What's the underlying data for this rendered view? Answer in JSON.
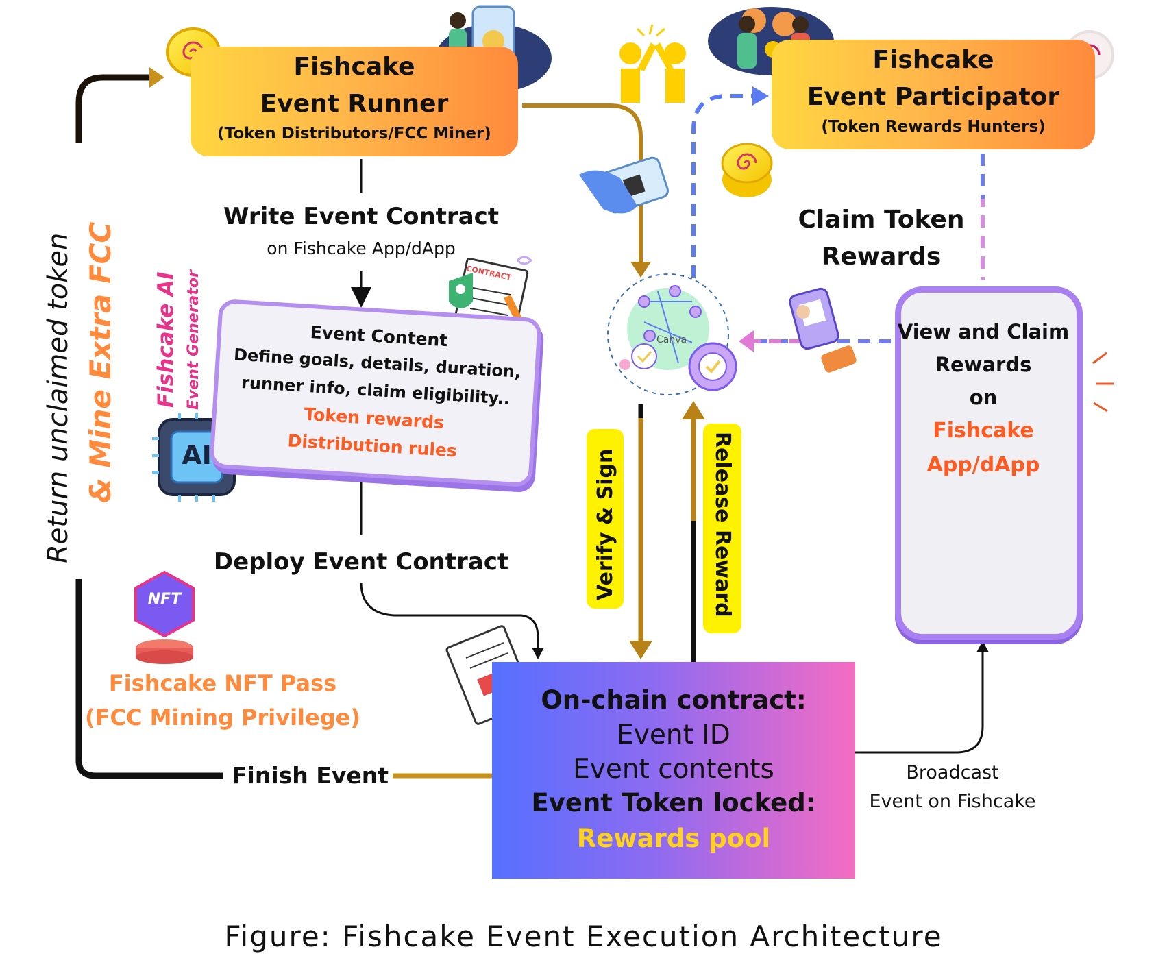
{
  "runner": {
    "title_line1": "Fishcake",
    "title_line2": "Event Runner",
    "subtitle": "(Token Distributors/FCC Miner)"
  },
  "participator": {
    "title_line1": "Fishcake",
    "title_line2": "Event Participator",
    "subtitle": "(Token Rewards Hunters)"
  },
  "write_contract": {
    "title": "Write Event Contract",
    "subtitle": "on Fishcake App/dApp"
  },
  "ai_generator": {
    "title": "Fishcake AI",
    "subtitle": "Event Generator",
    "chip_label": "AI"
  },
  "event_content": {
    "heading": "Event Content",
    "line1": "Define goals, details, duration,",
    "line2": "runner info, claim eligibility..",
    "highlight1": "Token rewards",
    "highlight2": "Distribution rules",
    "doc_label": "CONTRACT"
  },
  "deploy_contract": "Deploy Event Contract",
  "nft_pass": {
    "line1": "Fishcake NFT Pass",
    "line2": "(FCC Mining Privilege)",
    "badge": "NFT"
  },
  "return_label": {
    "part1": "Return unclaimed token",
    "part2": "& Mine Extra FCC"
  },
  "finish_event": "Finish Event",
  "onchain": {
    "heading": "On-chain contract:",
    "line1": "Event ID",
    "line2": "Event contents",
    "line3": "Event Token locked:",
    "highlight": "Rewards pool"
  },
  "verify_sign": "Verify & Sign",
  "release_reward": "Release Reward",
  "claim_token": {
    "line1": "Claim Token",
    "line2": "Rewards"
  },
  "phone_screen": {
    "line1": "View and Claim",
    "line2": "Rewards",
    "line3": "on",
    "highlight1": "Fishcake",
    "highlight2": "App/dApp"
  },
  "broadcast": {
    "line1": "Broadcast",
    "line2": "Event on Fishcake"
  },
  "network_label": "Canva",
  "caption": "Figure: Fishcake Event Execution Architecture",
  "colors": {
    "orange_text": "#ff7a2e",
    "pink_text": "#e8338a",
    "gold": "#b8860b",
    "yellow": "#fff200",
    "blue_dash": "#5b7bf5",
    "pink_dash": "#e87ad8"
  }
}
